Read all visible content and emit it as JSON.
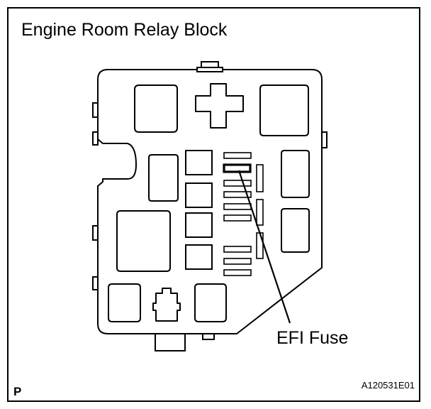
{
  "title": "Engine Room Relay Block",
  "callout": {
    "label": "EFI Fuse"
  },
  "corner_mark": "P",
  "figure_code": "A120531E01"
}
